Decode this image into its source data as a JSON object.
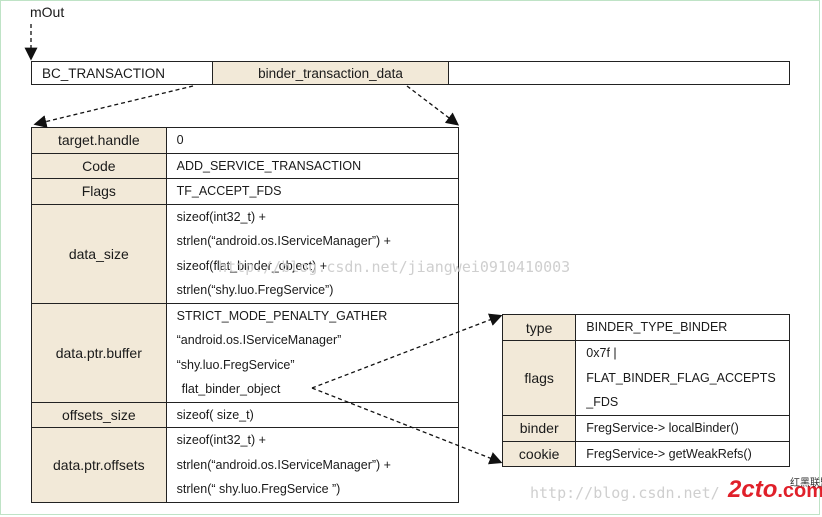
{
  "mout_label": "mOut",
  "buffer": {
    "cmd": "BC_TRANSACTION",
    "data_label": "binder_transaction_data"
  },
  "transaction_table": [
    {
      "key": "target.handle",
      "lines": [
        "0"
      ]
    },
    {
      "key": "Code",
      "lines": [
        "ADD_SERVICE_TRANSACTION"
      ]
    },
    {
      "key": "Flags",
      "lines": [
        "TF_ACCEPT_FDS"
      ]
    },
    {
      "key": "data_size",
      "lines": [
        "sizeof(int32_t) +",
        "strlen(“android.os.IServiceManager”) +",
        "sizeof(flat_binder_object) +",
        "strlen(“shy.luo.FregService”)"
      ]
    },
    {
      "key": "data.ptr.buffer",
      "lines": [
        "STRICT_MODE_PENALTY_GATHER",
        "“android.os.IServiceManager”",
        "“shy.luo.FregService”",
        "flat_binder_object"
      ]
    },
    {
      "key": "offsets_size",
      "lines": [
        "sizeof( size_t)"
      ]
    },
    {
      "key": "data.ptr.offsets",
      "lines": [
        "sizeof(int32_t) +",
        "strlen(“android.os.IServiceManager”) +",
        "strlen(“ shy.luo.FregService ”)"
      ]
    }
  ],
  "flat_binder_table": [
    {
      "key": "type",
      "lines": [
        "BINDER_TYPE_BINDER"
      ]
    },
    {
      "key": "flags",
      "lines": [
        "0x7f |",
        "FLAT_BINDER_FLAG_ACCEPTS",
        "_FDS"
      ]
    },
    {
      "key": "binder",
      "lines": [
        "FregService-> localBinder()"
      ]
    },
    {
      "key": "cookie",
      "lines": [
        "FregService-> getWeakRefs()"
      ]
    }
  ],
  "watermarks": {
    "blog": "http://blog.csdn.net/jiangwei0910410003",
    "site": "http://blog.csdn.net/",
    "logo_main": "2cto",
    "logo_com": ".com",
    "logo_cn": "红黑联盟"
  }
}
